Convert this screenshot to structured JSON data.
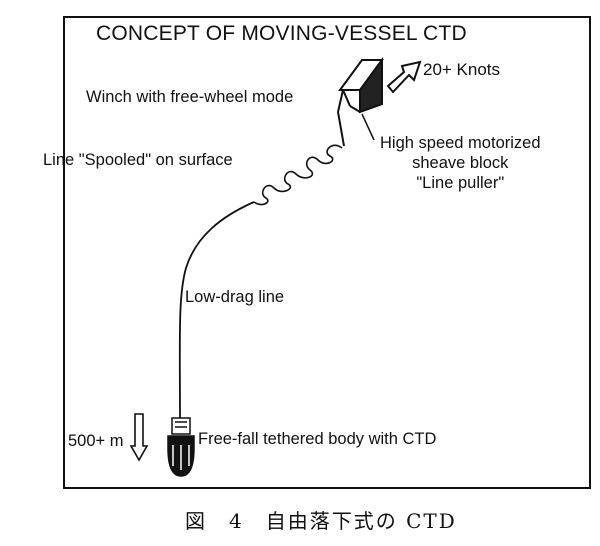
{
  "diagram": {
    "title": "CONCEPT OF MOVING-VESSEL CTD",
    "labels": {
      "speed": "20+ Knots",
      "winch": "Winch with free-wheel mode",
      "spooled_line": "Line \"Spooled\" on surface",
      "sheave_block": [
        "High speed motorized",
        "sheave block",
        "\"Line puller\""
      ],
      "low_drag_line": "Low-drag line",
      "depth": "500+ m",
      "tethered_body": "Free-fall tethered body with CTD"
    }
  },
  "caption": "図　4　自由落下式の CTD"
}
